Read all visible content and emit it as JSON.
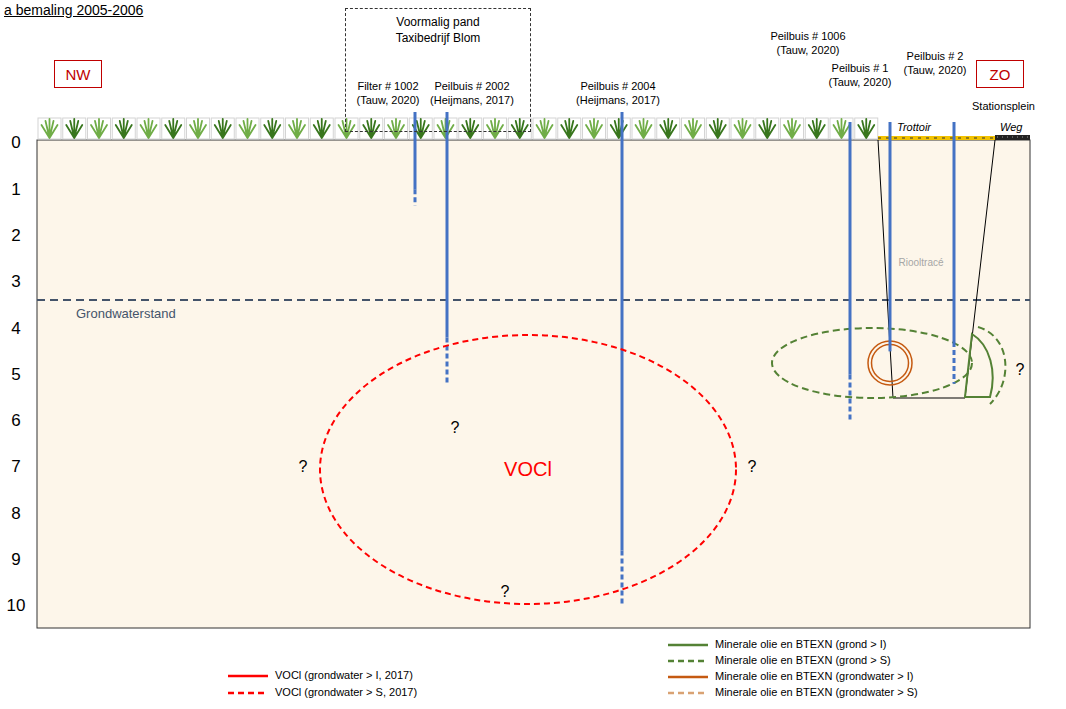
{
  "diagram": {
    "title": "a bemaling 2005-2006",
    "nodes": [
      {
        "text": [
          "NW"
        ]
      },
      {
        "text": [
          "Voormalig pand Taxibedrijf Blom"
        ]
      },
      {
        "text": [
          "ZO"
        ]
      },
      {
        "text": [
          "VOCl"
        ]
      }
    ],
    "labels": [
      "0",
      "1",
      "2",
      "3",
      "4",
      "5",
      "6",
      "7",
      "8",
      "9",
      "10",
      "Filter # 1002 (Tauw, 2020)",
      "Peilbuis # 2002 (Heijmans, 2017)",
      "Peilbuis # 2004 (Heijmans, 2017)",
      "Peilbuis # 1006 (Tauw, 2020)",
      "Peilbuis # 1 (Tauw, 2020)",
      "Peilbuis # 2 (Tauw, 2020)",
      "Stationsplein",
      "Trottoir",
      "Weg",
      "Riooltracé",
      "Grondwaterstand",
      "?",
      "?",
      "?",
      "?",
      "?"
    ],
    "legend": [
      {
        "text": "VOCl (grondwater > I, 2017)"
      },
      {
        "text": "VOCl (grondwater > S, 2017)"
      },
      {
        "text": "Minerale olie en BTEXN (grond > I)"
      },
      {
        "text": "Minerale olie en BTEXN (grond > S)"
      },
      {
        "text": "Minerale olie en BTEXN (grondwater > I)"
      },
      {
        "text": "Minerale olie en BTEXN (grondwater > S)"
      }
    ]
  }
}
